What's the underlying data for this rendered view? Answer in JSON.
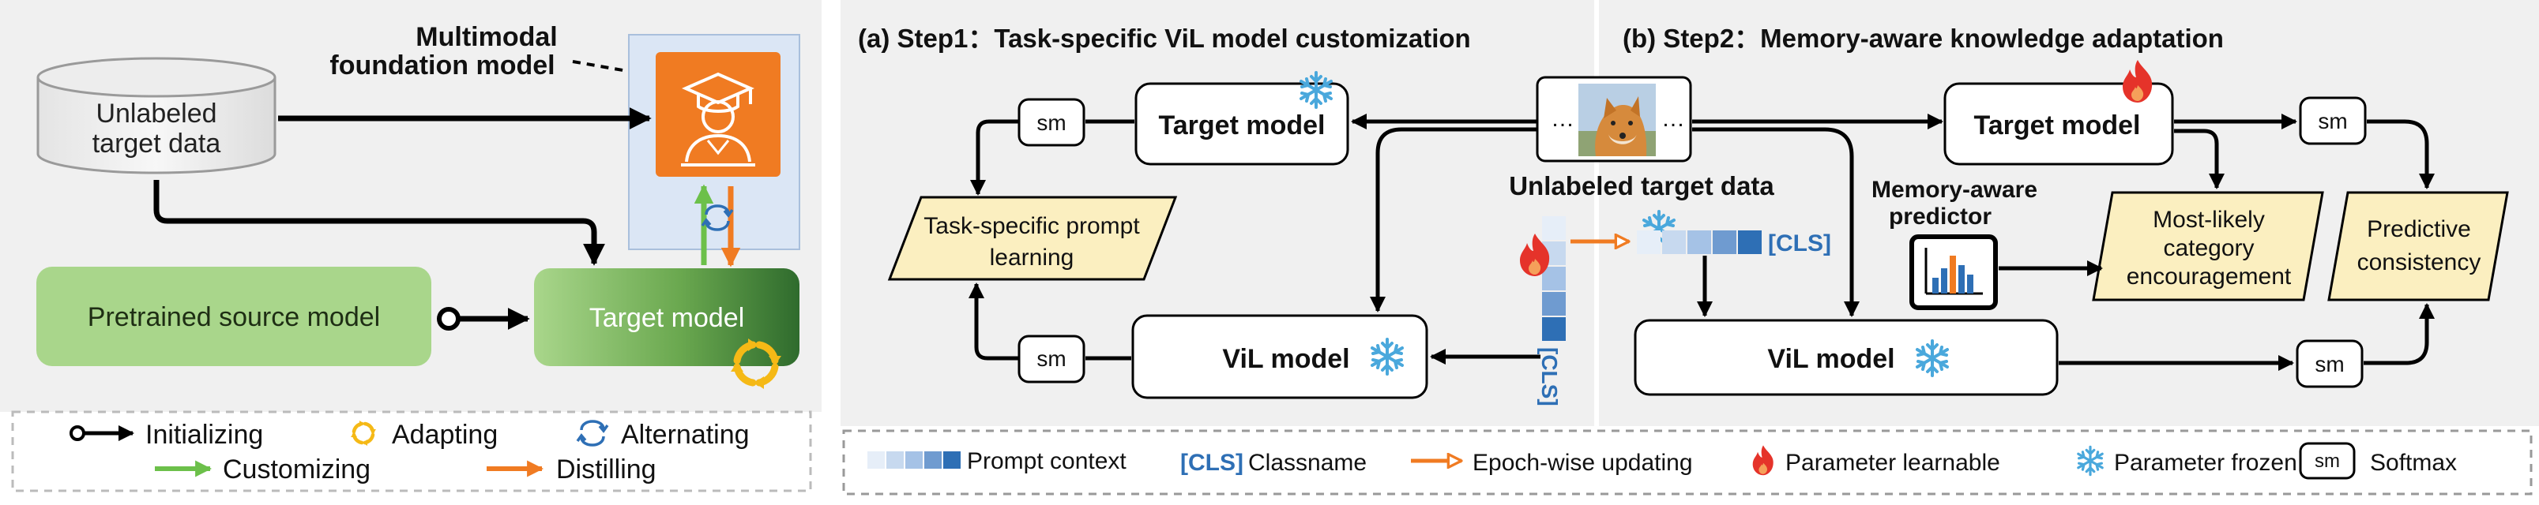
{
  "left_panel": {
    "foundation_label_line1": "Multimodal",
    "foundation_label_line2": "foundation model",
    "unlabeled_line1": "Unlabeled",
    "unlabeled_line2": "target data",
    "pretrained_source": "Pretrained source model",
    "target_model": "Target model",
    "legend": {
      "initializing": "Initializing",
      "adapting": "Adapting",
      "alternating": "Alternating",
      "customizing": "Customizing",
      "distilling": "Distilling"
    }
  },
  "step1": {
    "title": "(a) Step1：Task-specific ViL model customization",
    "target_model": "Target model",
    "vil_model": "ViL model",
    "prompt_line1": "Task-specific prompt",
    "prompt_line2": "learning",
    "sm_top": "sm",
    "sm_bottom": "sm"
  },
  "center": {
    "dots_left": "…",
    "dots_right": "…",
    "unlabeled_target_data": "Unlabeled target data",
    "cls_horizontal": "[CLS]",
    "cls_vertical": "[CLS]"
  },
  "step2": {
    "title": "(b) Step2：Memory-aware knowledge adaptation",
    "target_model": "Target model",
    "vil_model": "ViL model",
    "predictor_line1": "Memory-aware",
    "predictor_line2": "predictor",
    "mlce_line1": "Most-likely",
    "mlce_line2": "category",
    "mlce_line3": "encouragement",
    "pc_line1": "Predictive",
    "pc_line2": "consistency",
    "sm_top": "sm",
    "sm_bottom": "sm"
  },
  "bottom_legend": {
    "prompt_context": "Prompt context",
    "cls_token": "[CLS]",
    "classname": "Classname",
    "epoch_wise": "Epoch-wise updating",
    "learnable": "Parameter learnable",
    "frozen": "Parameter frozen",
    "sm": "sm",
    "softmax": "Softmax"
  },
  "colors": {
    "orange": "#f07b22",
    "green_arrow": "#6cc04a",
    "green_box": "#a9d68b",
    "dark_green": "#2f6b2d",
    "yellow_box": "#fbefc0",
    "blue_token": "#2e6fb5",
    "snow": "#4aa8dc",
    "fire": "#e5332a",
    "panel_bg": "#f0f0f0",
    "hat_panel": "#dbe6f5"
  }
}
